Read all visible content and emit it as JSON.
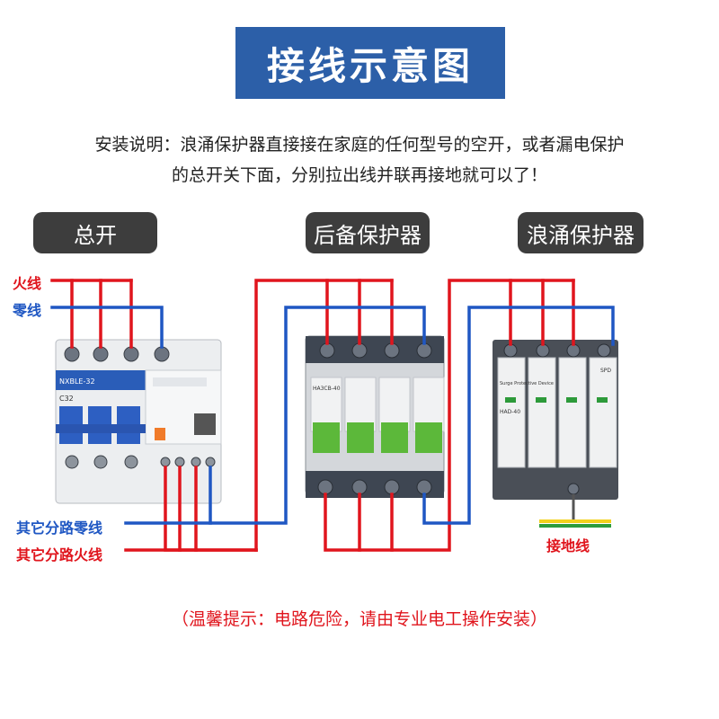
{
  "title": "接线示意图",
  "instructions": {
    "line1": "安装说明：浪涌保护器直接接在家庭的任何型号的空开，或者漏电保护",
    "line2": "的总开关下面，分别拉出线并联再接地就可以了！"
  },
  "sections": {
    "main_switch": "总开",
    "backup_protector": "后备保护器",
    "surge_protector": "浪涌保护器"
  },
  "wire_labels": {
    "live": "火线",
    "neutral": "零线",
    "branch_neutral": "其它分路零线",
    "branch_live": "其它分路火线",
    "ground": "接地线"
  },
  "device_text": {
    "rcbo_model": "NXBLE-32",
    "rcbo_rating": "C32",
    "breaker_model": "HA3CB-40",
    "spd_brand": "SPD",
    "spd_desc": "Surge Protective Device",
    "spd_model": "HAD-40"
  },
  "notice": "（温馨提示：电路危险，请由专业电工操作安装）",
  "colors": {
    "live": "#e0151d",
    "neutral": "#1f57c3",
    "banner": "#2c5fa8",
    "pill": "#3d3d3d"
  }
}
